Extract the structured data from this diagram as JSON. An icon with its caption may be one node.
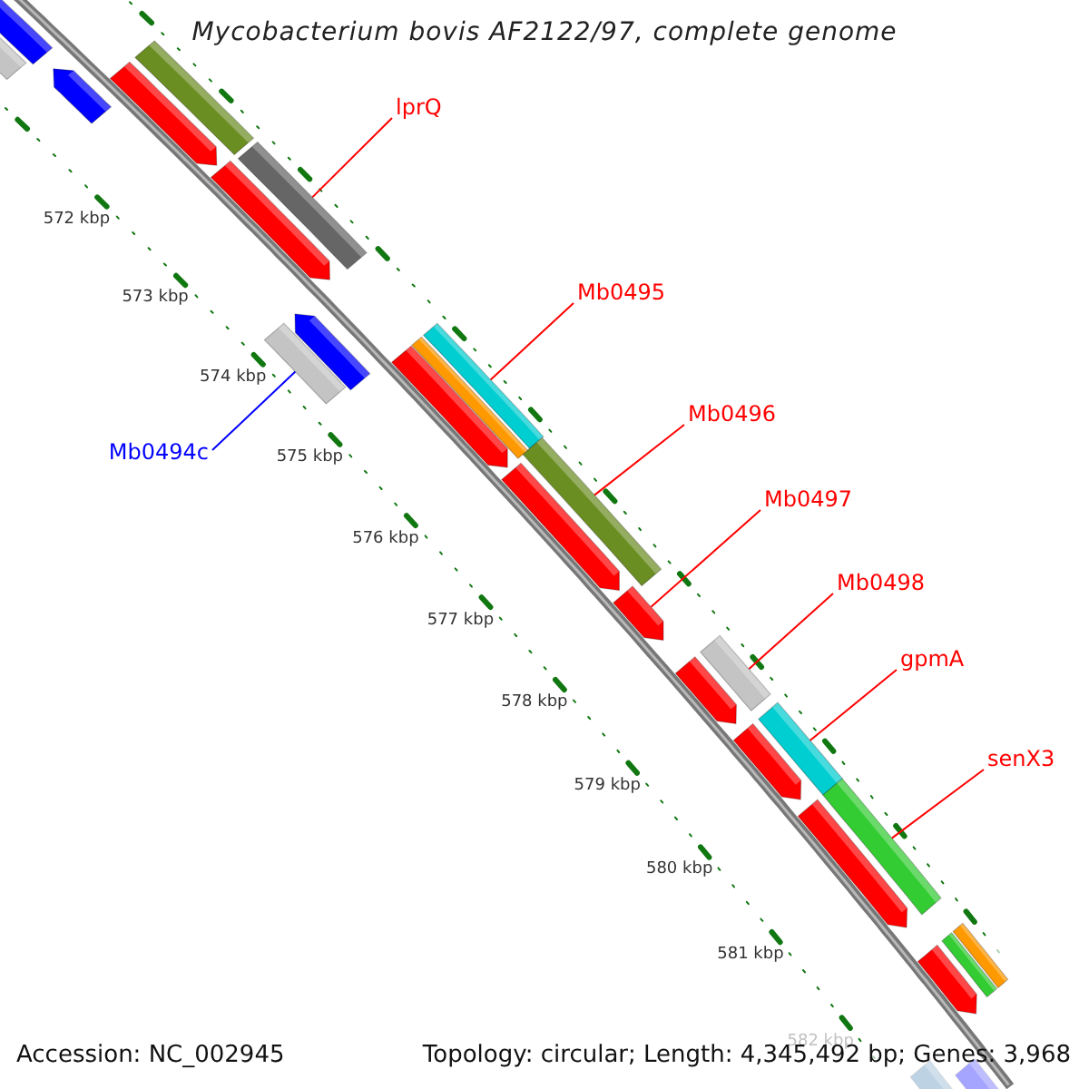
{
  "diagram": {
    "title": "Mycobacterium bovis AF2122/97, complete genome",
    "nodes": [
      {
        "text": [
          "lprQ"
        ]
      },
      {
        "text": [],
        "shape": "bar"
      },
      {
        "text": [
          "Mb0495"
        ]
      },
      {
        "text": [],
        "shape": "bar"
      },
      {
        "text": [
          "Mb0496"
        ]
      },
      {
        "text": [],
        "shape": "bar"
      },
      {
        "text": [
          "Mb0497"
        ]
      },
      {
        "text": [],
        "shape": "arrow"
      },
      {
        "text": [
          "Mb0494c"
        ]
      },
      {
        "text": [],
        "shape": "bar"
      },
      {
        "text": [
          "Mb0498"
        ]
      },
      {
        "text": [],
        "shape": "bar"
      },
      {
        "text": [
          "gpmA"
        ]
      },
      {
        "text": [],
        "shape": "bar"
      },
      {
        "text": [
          "senX3"
        ]
      },
      {
        "text": [],
        "shape": "bar"
      },
      {
        "text": [],
        "shape": "bar"
      },
      {
        "text": [],
        "shape": "bar"
      },
      {
        "text": [],
        "shape": "arrow"
      },
      {
        "text": [],
        "shape": "arrow"
      },
      {
        "text": [],
        "shape": "bar"
      },
      {
        "text": [],
        "shape": "arrow"
      },
      {
        "text": [],
        "shape": "arrow"
      },
      {
        "text": [],
        "shape": "arrow"
      },
      {
        "text": [],
        "shape": "bar"
      },
      {
        "text": [],
        "shape": "arrow"
      },
      {
        "text": [],
        "shape": "arrow"
      },
      {
        "text": [],
        "shape": "arrow"
      },
      {
        "text": [],
        "shape": "arrow"
      },
      {
        "text": [],
        "shape": "arrow"
      },
      {
        "text": [],
        "shape": "bar"
      },
      {
        "text": [],
        "shape": "bar"
      },
      {
        "text": [],
        "shape": "bar"
      },
      {
        "text": [],
        "shape": "bar"
      }
    ],
    "edges": [
      {
        "from": 0,
        "to": 1,
        "arrow": "none"
      },
      {
        "from": 2,
        "to": 3,
        "arrow": "none"
      },
      {
        "from": 4,
        "to": 5,
        "arrow": "none"
      },
      {
        "from": 6,
        "to": 7,
        "arrow": "none"
      },
      {
        "from": 8,
        "to": 9,
        "arrow": "none",
        "color": "#0000ff"
      },
      {
        "from": 10,
        "to": 11,
        "arrow": "none"
      },
      {
        "from": 12,
        "to": 13,
        "arrow": "none"
      },
      {
        "from": 14,
        "to": 15,
        "arrow": "none"
      }
    ],
    "labels": [
      "572 kbp",
      "573 kbp",
      "574 kbp",
      "575 kbp",
      "576 kbp",
      "577 kbp",
      "578 kbp",
      "579 kbp",
      "580 kbp",
      "581 kbp",
      "582 kbp",
      "Accession: NC_002945",
      "Topology: circular; Length: 4,345,492 bp; Genes: 3,968"
    ]
  }
}
